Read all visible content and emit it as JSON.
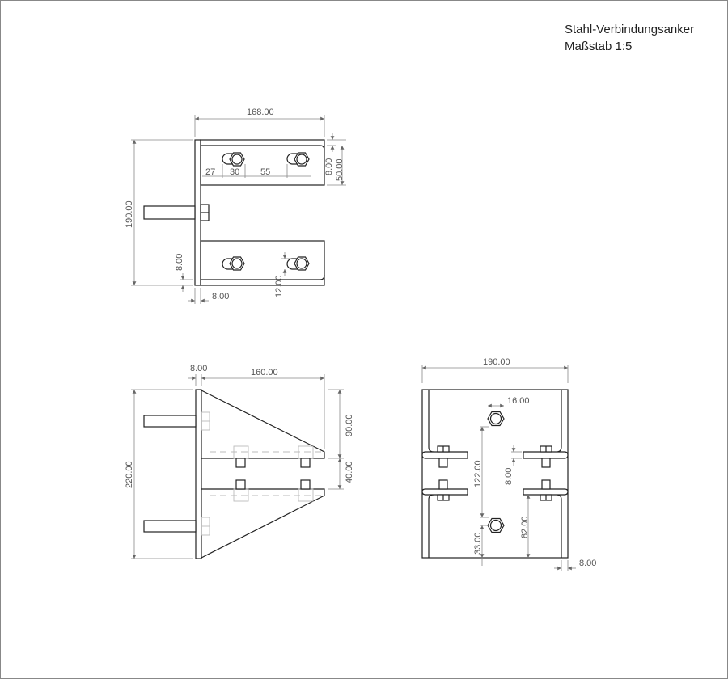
{
  "title": {
    "line1": "Stahl-Verbindungsanker",
    "line2": "Maßstab 1:5"
  },
  "top_view": {
    "width": "168.00",
    "height": "190.00",
    "d27": "27",
    "d30": "30",
    "d55": "55",
    "flange_thick": "8.00",
    "flange_width": "50.00",
    "plate_thick_v": "8.00",
    "slot": "12.00",
    "plate_thick_h": "8.00"
  },
  "side_view": {
    "plate": "8.00",
    "depth": "160.00",
    "height": "220.00",
    "upper": "90.00",
    "gap": "40.00"
  },
  "front_view": {
    "width": "190.00",
    "nut": "16.00",
    "spacing": "122.00",
    "flange": "8.00",
    "bottom": "33.00",
    "flange_height": "82.00",
    "wall": "8.00"
  }
}
